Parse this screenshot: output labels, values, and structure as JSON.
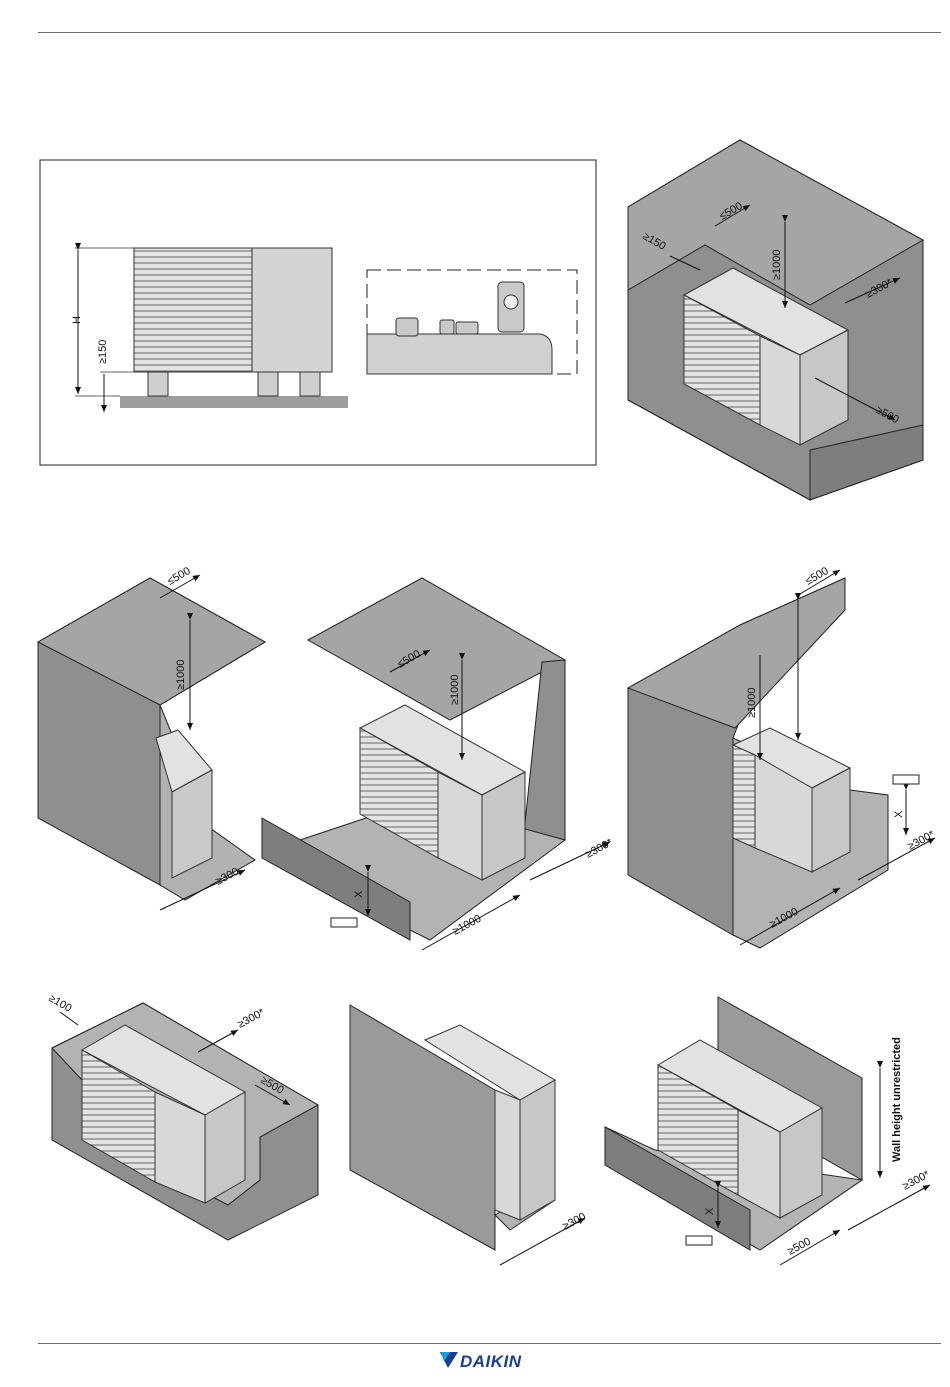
{
  "brand": {
    "name": "DAIKIN",
    "color": "#1b3f8f",
    "accent": "#18a0d8"
  },
  "colors": {
    "wall": "#9a9a9a",
    "wall_dark": "#7a7a7a",
    "floor": "#b3b3b3",
    "unit": "#dcdcdc",
    "line": "#222222"
  },
  "side_view": {
    "label_h": "H",
    "label_min_height": "≥150"
  },
  "top_right": {
    "d1": "≤500",
    "d2": "≥1000",
    "d3": "≥150",
    "d4": "≥300*",
    "d5": "≥500"
  },
  "mid_left": {
    "d1": "≤500",
    "d2": "≥1000",
    "d3": "≥300"
  },
  "mid_center": {
    "d1": "≤500",
    "d2": "≥1000",
    "d3": "≥300*",
    "d4": "≥1000",
    "x": "X"
  },
  "mid_right": {
    "d1": "≤500",
    "d2": "≥1000",
    "d3": "≥300*",
    "d4": "≥1000",
    "x": "X"
  },
  "bot_left": {
    "d1": "≥100",
    "d2": "≥300*",
    "d3": "≥500"
  },
  "bot_center": {
    "d1": "≥300"
  },
  "bot_right": {
    "d1": "≥300*",
    "d2": "≥500",
    "x": "X",
    "wall": "Wall height unrestricted"
  }
}
